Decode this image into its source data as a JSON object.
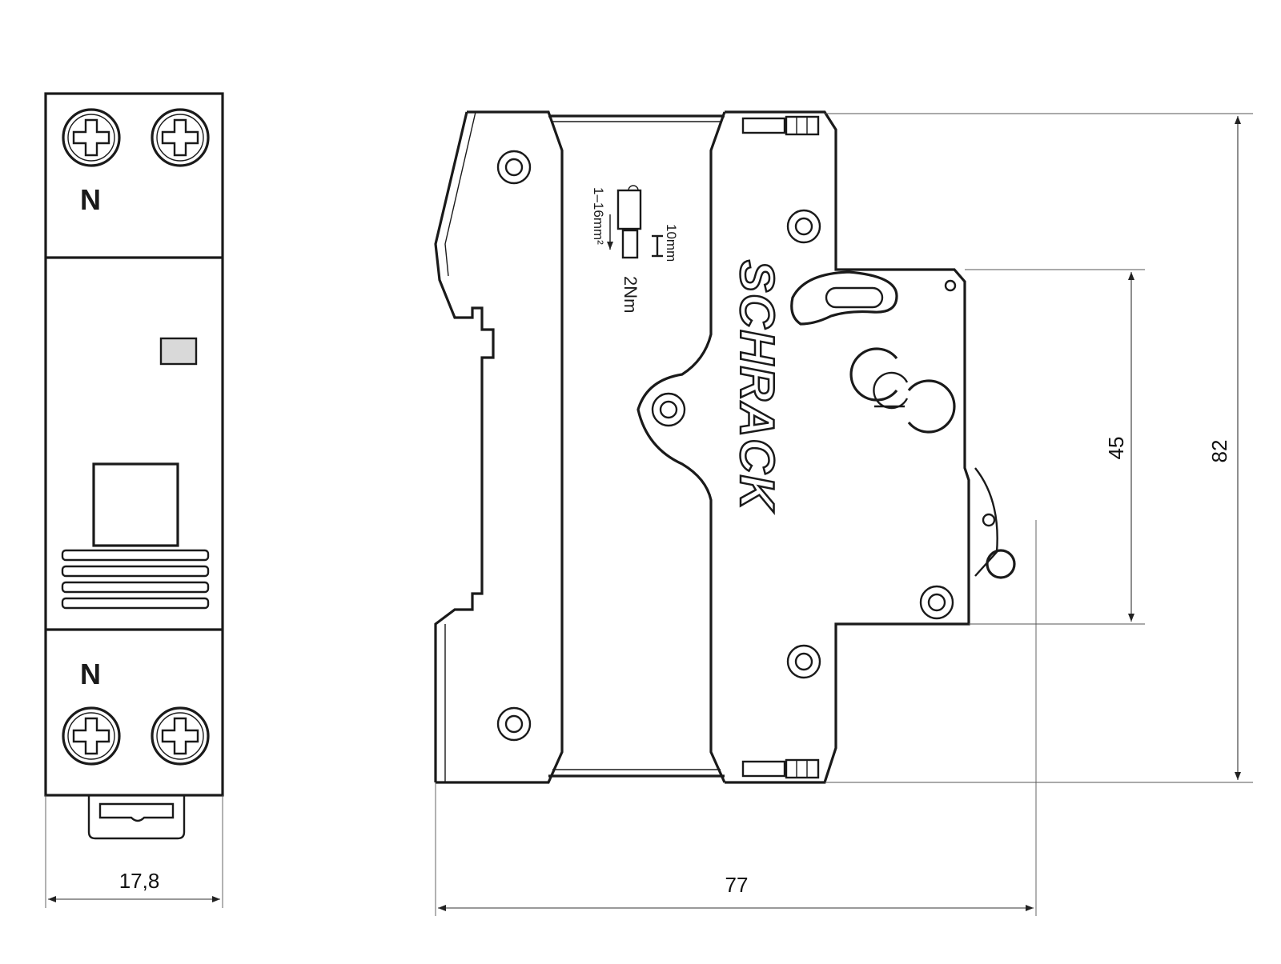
{
  "front_view": {
    "top_terminal_label": "N",
    "bottom_terminal_label": "N",
    "width_dimension": "17,8"
  },
  "side_view": {
    "brand": "SCHRACK",
    "strip_length": "10mm",
    "conductor_range": "1–16mm²",
    "torque": "2Nm",
    "height_dimension": "82",
    "front_height_dimension": "45",
    "depth_dimension": "77"
  }
}
